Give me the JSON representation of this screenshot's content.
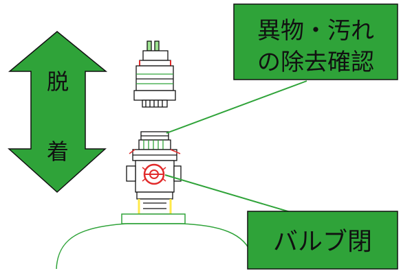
{
  "arrow_label": {
    "top": "脱",
    "bottom": "着"
  },
  "callouts": {
    "inspect": {
      "line1": "異物・汚れ",
      "line2": "の除去確認"
    },
    "valve": {
      "text": "バルブ閉"
    }
  },
  "colors": {
    "green": "#2fa339",
    "green_light": "#9ee391",
    "line": "#2fa339",
    "outline": "#111111",
    "red": "#e12a2a",
    "yellow": "#ffe94a"
  }
}
